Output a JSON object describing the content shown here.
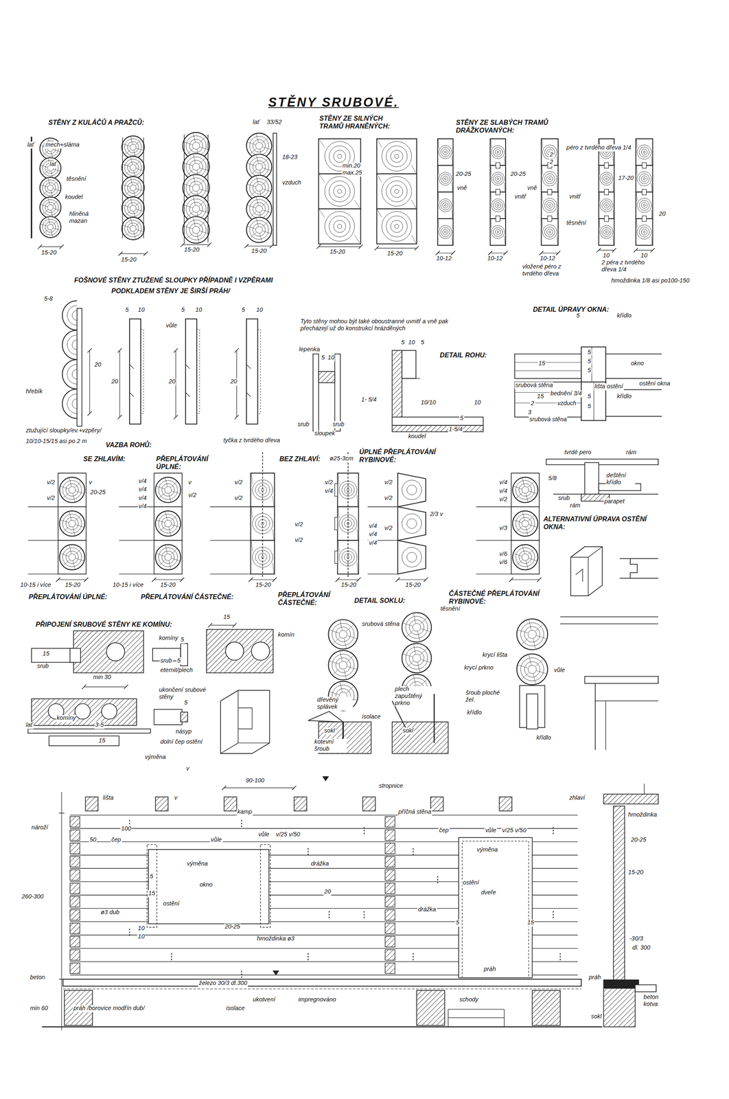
{
  "diagram": {
    "title": "STĚNY SRUBOVÉ.",
    "labels": [
      "STĚNY Z KULÁČŮ A PRAŽCŮ:",
      "lať",
      "mech+sláma",
      "lať",
      "těsnění",
      "koudel",
      "hliněná mazan",
      "15-20",
      "15-20",
      "15-20",
      "15-20",
      "lať",
      "33/52",
      "18-23",
      "vzduch",
      "STĚNY ZE SILNÝCH TRAMŮ HRANĚNÝCH:",
      "min.20 max.25",
      "15-20",
      "15-20",
      "STĚNY ZE SLABÝCH TRAMŮ DRÁŽKOVANÝCH:",
      "péro z tvrdého dřeva 1/4",
      "2",
      "2",
      "20-25",
      "vně",
      "20-25",
      "vně",
      "vnitř",
      "vnitř",
      "17-20",
      "20",
      "těsnění",
      "10-12",
      "10-12",
      "10-12",
      "10",
      "10",
      "vložené péro z tvrdého dřeva",
      "2 péra z tvrdého dřeva 1/4",
      "hmoždinka 1/8 asi po100-150",
      "FOŠNOVÉ STĚNY ZTUŽENÉ SLOUPKY PŘÍPADNĚ I VZPĚRAMI",
      "PODKLADEM STĚNY JE ŠIRŠÍ PRÁH/",
      "5-8",
      "20",
      "hřebík",
      "ztužující sloupky/ev.+vzpěry/",
      "10/10-15/15 asi po 2 m",
      "5",
      "10",
      "vůle",
      "5",
      "10",
      "5",
      "10",
      "20",
      "20",
      "20",
      "Tyto stěny mohou být také oboustranné uvnitř a vně pak přecházejí už do konstrukcí hrázděných",
      "lepenka",
      "5",
      "10",
      "5",
      "10",
      "5",
      "DETAIL ROHU:",
      "1- 5/4",
      "10/10",
      "10",
      "5",
      "1-5/4",
      "srub",
      "srub",
      "sloupek",
      "koudel",
      "DETAIL ÚPRAVY OKNA:",
      "5",
      "křídlo",
      "15",
      "5",
      "5",
      "5",
      "okno",
      "srubová stěna",
      "lišta ostění",
      "bednění 3/4",
      "křídlo",
      "2",
      "vzduch",
      "ostění okna",
      "3",
      "15",
      "5",
      "5",
      "srubová stěna",
      "VAZBA ROHŮ:",
      "tyčka z tvrdého dřeva",
      "SE ZHLAVÍM:",
      "PŘEPLÁTOVÁNÍ ÚPLNÉ:",
      "BEZ ZHLAVÍ:",
      "ø25-3cm",
      "ÚPLNÉ PŘEPLÁTOVÁNÍ RYBINOVÉ:",
      "v/2",
      "v/2",
      "v",
      "20-25",
      "v/4",
      "v/4",
      "v/4",
      "v/4",
      "v",
      "v/2",
      "v/2",
      "v/2",
      "v/2",
      "v/2",
      "v/2",
      "v/4",
      "v/4",
      "v/4",
      "v/4",
      "v/2",
      "v/2",
      "2/3 v",
      "v/2",
      "v/4",
      "v/4",
      "v/2",
      "v/3",
      "v/6",
      "v/6",
      "10-15 i více",
      "15-20",
      "10-15 i více",
      "15-20",
      "15-20",
      "15-20",
      "15-20",
      "PŘEPLÁTOVÁNÍ ÚPLNÉ:",
      "PŘEPLÁTOVÁNÍ ČÁSTEČNÉ:",
      "PŘEPLÁTOVÁNÍ ČÁSTEČNÉ:",
      "DETAIL SOKLU:",
      "ČÁSTEČNÉ PŘEPLÁTOVÁNÍ RYBINOVÉ:",
      "tvrdé pero",
      "rám",
      "5/8",
      "deštění křídlo",
      "srub",
      "rám",
      "parapet",
      "ALTERNATIVNÍ ÚPRAVA OSTĚNÍ OKNA:",
      "PŘIPOJENÍ SRUBOVÉ STĚNY KE KOMÍNU:",
      "15",
      "komín",
      "komíny",
      "15",
      "srub",
      "min 30",
      "5",
      "srub",
      "5",
      "eternit/plech",
      "lať",
      "komíny",
      "3-5",
      "15",
      "násyp",
      "ukončení srubové stěny",
      "5",
      "dolní čep ostění",
      "srubová stěna",
      "těsnění",
      "krycí lišta",
      "krycí prkno",
      "vůle",
      "dřevěný splávek",
      "isolace",
      "sokl",
      "kotevní šroub",
      "plech zapuštěný prkno",
      "šroub ploché žel.",
      "křídlo",
      "sokl",
      "křídlo",
      "výměna",
      "v",
      "90-100",
      "stropnice",
      "lišta",
      "v",
      "zhlaví",
      "kamp",
      "příčná stěna",
      "nároží",
      "100",
      "50",
      "čep",
      "vůle",
      "vůle",
      "v/25 v/50",
      "čep",
      "vůle",
      "v/25 v/50",
      "výměna",
      "výměna",
      "drážka",
      "okno",
      "20",
      "5",
      "15",
      "ostění",
      "260-300",
      "ø3 dub",
      "ostění",
      "dveře",
      "drážka",
      "5",
      "15",
      "10",
      "10",
      "20-25",
      "hmoždinka ø3",
      "práh",
      "beton",
      "železo 30/3 dl.300",
      "min 60",
      "práh /borovice modřín dub/",
      "isolace",
      "ukotvení",
      "impregnováno",
      "schody",
      "sokl",
      "hmoždinka",
      "20-25",
      "15-20",
      "-30/3",
      "dl. 300",
      "práh",
      "beton kotva"
    ]
  }
}
